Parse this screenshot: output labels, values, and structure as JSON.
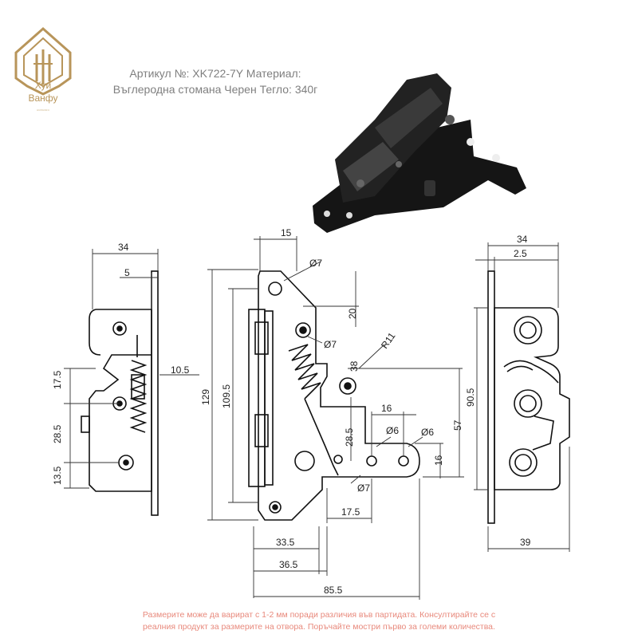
{
  "brand": {
    "line1": "Хуи",
    "line2": "Ванфу",
    "line3": "HUIWANFU",
    "color": "#b8955a"
  },
  "spec": {
    "line1": "Артикул №: XK722-7Y Материал:",
    "line2": "Въглеродна стомана Черен Тегло: 340г"
  },
  "dimensions": {
    "left_view": {
      "width_top": "34",
      "flange": "5",
      "d1": "10.5",
      "d2": "17.5",
      "d3": "28.5",
      "d4": "13.5"
    },
    "front_view": {
      "top_width": "15",
      "hole_top": "Ø7",
      "drop": "20",
      "hole_mid": "Ø7",
      "radius": "R11",
      "offset": "38",
      "height_total": "129",
      "height_inner": "109.5",
      "plate_gap": "16",
      "hole_b": "Ø6",
      "hole_c": "Ø6",
      "mid_height": "28.5",
      "right_height": "57",
      "small_height": "16",
      "hole_bottom": "Ø7",
      "bottom_gap": "17.5",
      "width_a": "33.5",
      "width_b": "36.5",
      "width_total": "85.5"
    },
    "right_view": {
      "width_top": "34",
      "flange": "2.5",
      "height": "90.5",
      "width_bottom": "39"
    }
  },
  "note": {
    "line1": "Размерите може да варират с 1-2 мм поради различия във партидата. Консултирайте се с",
    "line2": "реалния продукт за размерите на отвора. Поръчайте мостри първо за големи количества.",
    "color": "#e8897c"
  }
}
